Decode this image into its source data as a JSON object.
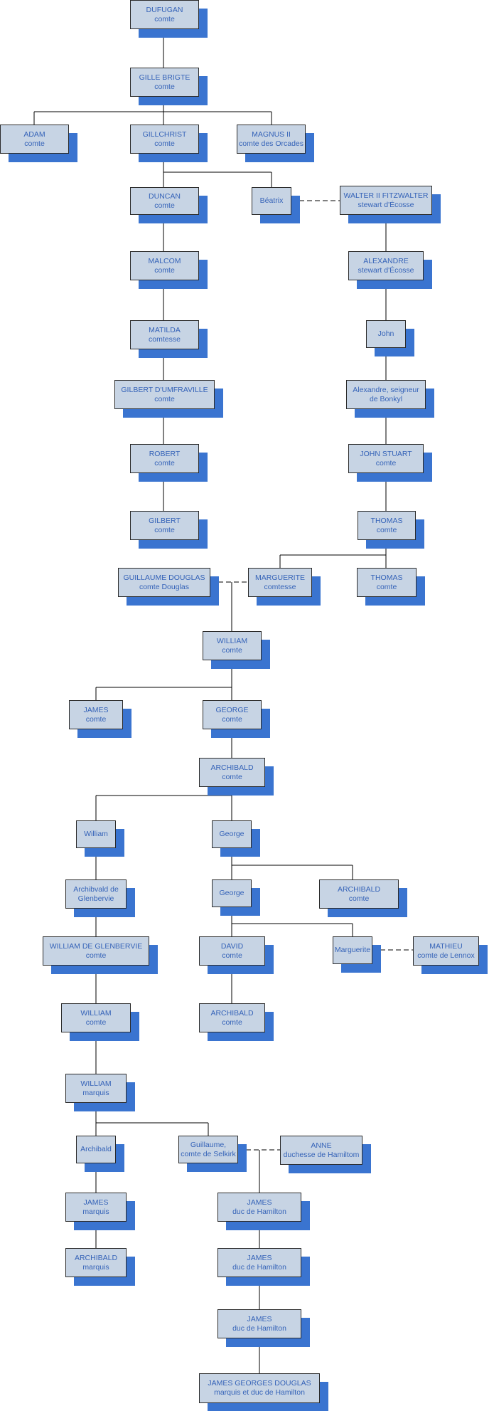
{
  "nodes": [
    {
      "id": "dufugan",
      "name": "DUFUGAN",
      "title": "comte"
    },
    {
      "id": "gille-brigte",
      "name": "GILLE BRIGTE",
      "title": "comte"
    },
    {
      "id": "adam",
      "name": "ADAM",
      "title": "comte"
    },
    {
      "id": "gillchrist",
      "name": "GILLCHRIST",
      "title": "comte"
    },
    {
      "id": "magnus-ii",
      "name": "MAGNUS II",
      "title": "comte des Orcades"
    },
    {
      "id": "duncan",
      "name": "DUNCAN",
      "title": "comte"
    },
    {
      "id": "beatrix",
      "name": "Béatrix",
      "title": ""
    },
    {
      "id": "walter-ii",
      "name": "WALTER II FITZWALTER",
      "title": "stewart d'Écosse"
    },
    {
      "id": "malcom",
      "name": "MALCOM",
      "title": "comte"
    },
    {
      "id": "alexandre-stewart",
      "name": "ALEXANDRE",
      "title": "stewart d'Écosse"
    },
    {
      "id": "matilda",
      "name": "MATILDA",
      "title": "comtesse"
    },
    {
      "id": "john",
      "name": "John",
      "title": ""
    },
    {
      "id": "gilbert-umfraville",
      "name": "GILBERT D'UMFRAVILLE",
      "title": "comte"
    },
    {
      "id": "alexandre-bonkyl",
      "name": "Alexandre, seigneur",
      "title": "de Bonkyl"
    },
    {
      "id": "robert",
      "name": "ROBERT",
      "title": "comte"
    },
    {
      "id": "john-stuart",
      "name": "JOHN STUART",
      "title": "comte"
    },
    {
      "id": "gilbert",
      "name": "GILBERT",
      "title": "comte"
    },
    {
      "id": "thomas-1",
      "name": "THOMAS",
      "title": "comte"
    },
    {
      "id": "guillaume-douglas",
      "name": "GUILLAUME DOUGLAS",
      "title": "comte Douglas"
    },
    {
      "id": "marguerite-comtesse",
      "name": "MARGUERITE",
      "title": "comtesse"
    },
    {
      "id": "thomas-2",
      "name": "THOMAS",
      "title": "comte"
    },
    {
      "id": "william-1",
      "name": "WILLIAM",
      "title": "comte"
    },
    {
      "id": "james-1",
      "name": "JAMES",
      "title": "comte"
    },
    {
      "id": "george-1",
      "name": "GEORGE",
      "title": "comte"
    },
    {
      "id": "archibald-1",
      "name": "ARCHIBALD",
      "title": "comte"
    },
    {
      "id": "william-2",
      "name": "William",
      "title": ""
    },
    {
      "id": "george-2",
      "name": "George",
      "title": ""
    },
    {
      "id": "archibvald",
      "name": "Archibvald de",
      "title": "Glenbervie"
    },
    {
      "id": "george-3",
      "name": "George",
      "title": ""
    },
    {
      "id": "archibald-2",
      "name": "ARCHIBALD",
      "title": "comte"
    },
    {
      "id": "william-glenbervie",
      "name": "WILLIAM DE GLENBERVIE",
      "title": "comte"
    },
    {
      "id": "david",
      "name": "DAVID",
      "title": "comte"
    },
    {
      "id": "marguerite-2",
      "name": "Marguerite",
      "title": ""
    },
    {
      "id": "mathieu",
      "name": "MATHIEU",
      "title": "comte de Lennox"
    },
    {
      "id": "william-3",
      "name": "WILLIAM",
      "title": "comte"
    },
    {
      "id": "archibald-3",
      "name": "ARCHIBALD",
      "title": "comte"
    },
    {
      "id": "william-marquis",
      "name": "WILLIAM",
      "title": "marquis"
    },
    {
      "id": "archibald-4",
      "name": "Archibald",
      "title": ""
    },
    {
      "id": "guillaume-selkirk",
      "name": "Guillaume,",
      "title": "comte de Selkirk"
    },
    {
      "id": "anne",
      "name": "ANNE",
      "title": "duchesse de Hamiltom"
    },
    {
      "id": "james-marquis",
      "name": "JAMES",
      "title": "marquis"
    },
    {
      "id": "james-duc-1",
      "name": "JAMES",
      "title": "duc de Hamilton"
    },
    {
      "id": "archibald-marquis",
      "name": "ARCHIBALD",
      "title": "marquis"
    },
    {
      "id": "james-duc-2",
      "name": "JAMES",
      "title": "duc de Hamilton"
    },
    {
      "id": "james-duc-3",
      "name": "JAMES",
      "title": "duc de Hamilton"
    },
    {
      "id": "james-georges-douglas",
      "name": "JAMES GEORGES DOUGLAS",
      "title": "marquis et duc de Hamilton"
    }
  ],
  "colors": {
    "box_fill": "#c7d4e4",
    "box_border": "#2b2b2b",
    "shadow": "#3a74d0",
    "text": "#3563b8",
    "line": "#000000"
  }
}
